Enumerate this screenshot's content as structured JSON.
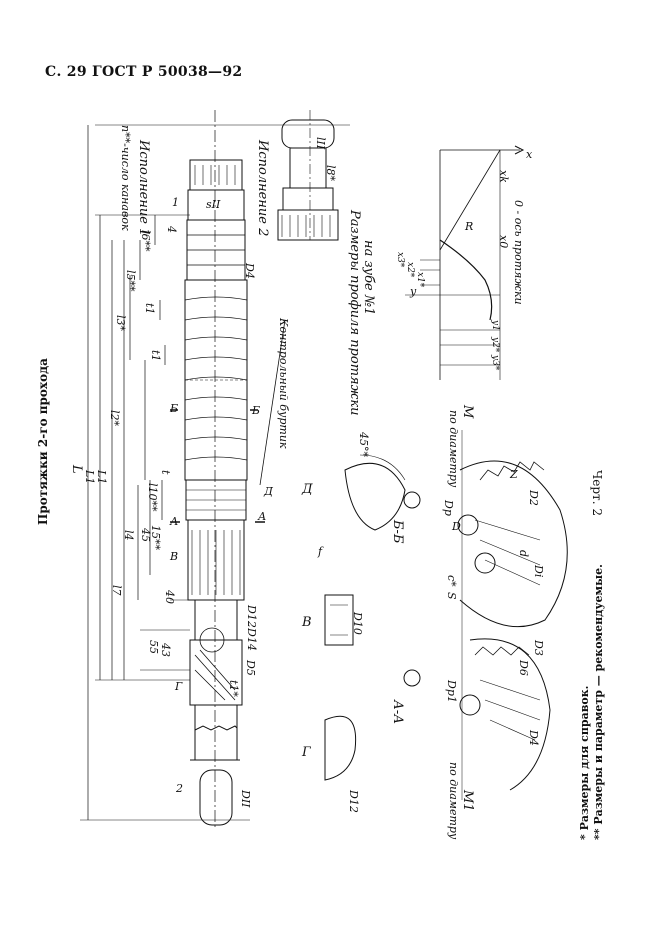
{
  "page": {
    "header": "С. 29 ГОСТ Р 50038—92",
    "section_title": "Протяжки 2-го прохода",
    "figure_caption": "Черт. 2",
    "footnotes": [
      "* Размеры для справок.",
      "** Размеры и параметр — рекомендуемые."
    ]
  },
  "labels": {
    "L": "L",
    "L1_a": "L1",
    "L1_b": "L1",
    "L2": "l2*",
    "L3": "l3*",
    "L4": "l4",
    "L5": "l5**",
    "L6": "l6**",
    "L7": "l7",
    "L10": "l10**",
    "L8": "l8*",
    "t1": "t1",
    "t1_star": "t1*",
    "t": "t",
    "n_grooves": "n**-число канавок",
    "ispolnenie1": "Исполнение 1",
    "ispolnenie2": "Исполнение 2",
    "kontrolny": "Контрольный буртик",
    "profile": "Размеры профиля протяжки",
    "profile2": "на зубе №1",
    "axis_o": "0 - ось протяжки",
    "sII": "sII",
    "dII": "DII",
    "d4": "D4",
    "d12": "D12",
    "d14": "D14",
    "d5": "D5",
    "dII_b": "DII",
    "lII": "lII",
    "n40": "40",
    "n55": "55",
    "n43": "43",
    "n45": "45",
    "n15": "15**",
    "n4": "4",
    "n1": "1",
    "n2": "2",
    "A": "А",
    "B": "Б",
    "V": "В",
    "G": "Г",
    "D": "Д",
    "f": "f",
    "angle45": "45°*",
    "section_bb": "Б-Б",
    "section_aa": "А-А",
    "x": "x",
    "y": "y",
    "R": "R",
    "x0": "x0",
    "xk": "xk",
    "x1": "x1*",
    "x2": "x2*",
    "x3": "x3*",
    "y1": "y1",
    "y2": "y2*",
    "y3": "y3*",
    "M": "M",
    "M1": "M1",
    "po_diam": "по диаметру",
    "po_diam2": "по диаметру",
    "Dp": "Dp",
    "Dp1": "Dp1",
    "Z": "Z",
    "D2": "D2",
    "Di": "Di",
    "d": "d",
    "D6": "D6",
    "D3": "D3",
    "D4b": "D4",
    "c": "c*",
    "S": "S",
    "D_small": "D",
    "D10": "D10",
    "D12b": "D12"
  }
}
